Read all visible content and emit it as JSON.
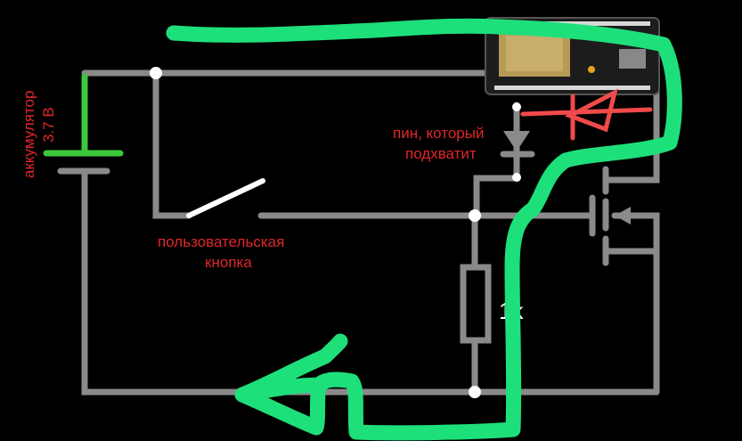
{
  "labels": {
    "battery_line1": "аккумулятор",
    "battery_line2": "3.7 В",
    "button_line1": "пользовательская",
    "button_line2": "кнопка",
    "pin_line1": "пин, который",
    "pin_line2": "подхватит",
    "resistor": "1k"
  },
  "colors": {
    "wire": "#8a8a8a",
    "battery_plus": "#3cc83c",
    "label_red": "#e0262a",
    "marker_green": "#1ee07a",
    "scribble_red": "#f04a4a"
  }
}
